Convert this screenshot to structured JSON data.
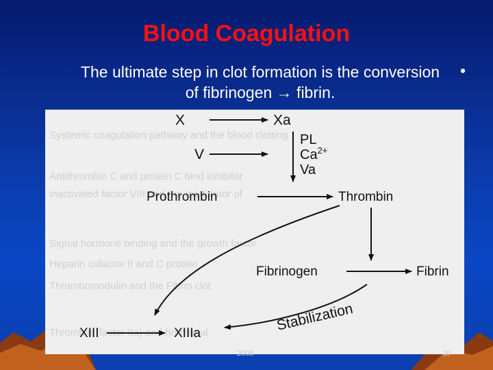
{
  "slide": {
    "title": "Blood Coagulation",
    "bullet": "The ultimate step in clot formation is the conversion of fibrinogen → fibrin.",
    "bullet_marker": "•",
    "footer_date": "2008",
    "page_number": "10"
  },
  "diagram": {
    "X": "X",
    "Xa": "Xa",
    "PL": "PL",
    "Ca": "Ca",
    "Ca_sup": "2+",
    "V": "V",
    "Va": "Va",
    "prothrombin": "Prothrombin",
    "thrombin": "Thrombin",
    "fibrinogen": "Fibrinogen",
    "fibrin": "Fibrin",
    "XIII": "XIII",
    "XIIIa": "XIIIa",
    "stabilization": "Stabilization"
  },
  "colors": {
    "title": "#ff1010",
    "text": "#ffffff",
    "background_top": "#061a6e",
    "background_bottom": "#0a47c4"
  }
}
